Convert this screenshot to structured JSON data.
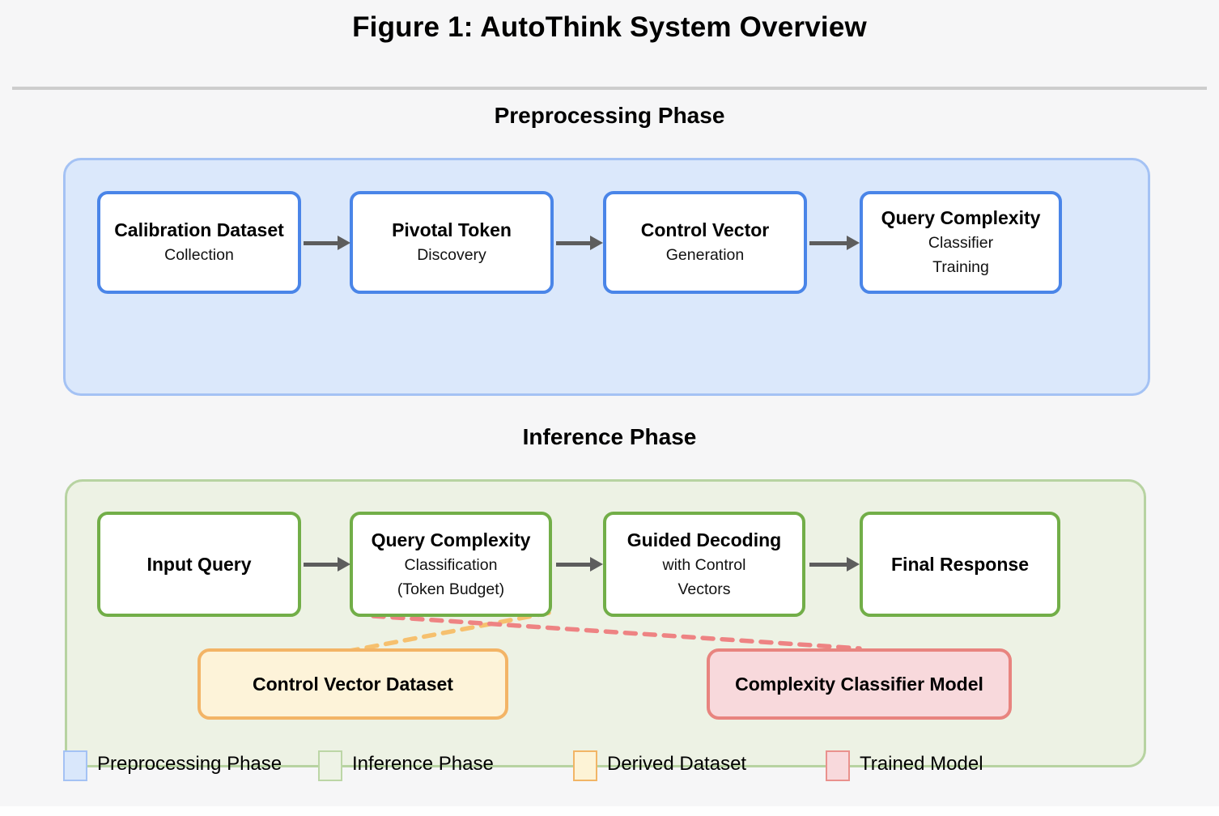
{
  "figure": {
    "title": "Figure 1: AutoThink System Overview"
  },
  "preprocessing": {
    "heading": "Preprocessing Phase",
    "boxes": [
      {
        "title": "Calibration Dataset",
        "lines": [
          "Collection"
        ]
      },
      {
        "title": "Pivotal Token",
        "lines": [
          "Discovery"
        ]
      },
      {
        "title": "Control Vector",
        "lines": [
          "Generation"
        ]
      },
      {
        "title": "Query Complexity",
        "lines": [
          "Classifier",
          "Training"
        ]
      }
    ]
  },
  "inference": {
    "heading": "Inference Phase",
    "boxes": [
      {
        "title": "Input Query",
        "lines": []
      },
      {
        "title": "Query Complexity",
        "lines": [
          "Classification",
          "(Token Budget)"
        ]
      },
      {
        "title": "Guided Decoding",
        "lines": [
          "with Control",
          "Vectors"
        ]
      },
      {
        "title": "Final Response",
        "lines": []
      }
    ],
    "derived_dataset_label": "Control Vector Dataset",
    "trained_model_label": "Complexity Classifier Model"
  },
  "legend": {
    "items": [
      {
        "label": "Preprocessing Phase",
        "fill": "#d9e7fb",
        "border": "#a4c2f4"
      },
      {
        "label": "Inference Phase",
        "fill": "#eef3e6",
        "border": "#bcd6a6"
      },
      {
        "label": "Derived Dataset",
        "fill": "#fdf3d6",
        "border": "#f2b566"
      },
      {
        "label": "Trained Model",
        "fill": "#f8d9dc",
        "border": "#e9918d"
      }
    ]
  },
  "palette": {
    "page_background": "#f6f6f7",
    "divider": "#cdcdcd",
    "preprocessing_container_fill": "#dbe8fb",
    "preprocessing_container_border": "#a4c2f4",
    "preprocessing_node_border": "#4a85e8",
    "inference_container_fill": "#edf2e4",
    "inference_container_border": "#b7d3a1",
    "inference_node_border": "#72ae48",
    "derived_fill": "#fdf3d9",
    "derived_border": "#f3b466",
    "model_fill": "#f8d9dc",
    "model_border": "#e8847f",
    "arrow": "#5d5d5d",
    "dashed_orange": "#f6c06e",
    "dashed_red": "#ee8383"
  }
}
